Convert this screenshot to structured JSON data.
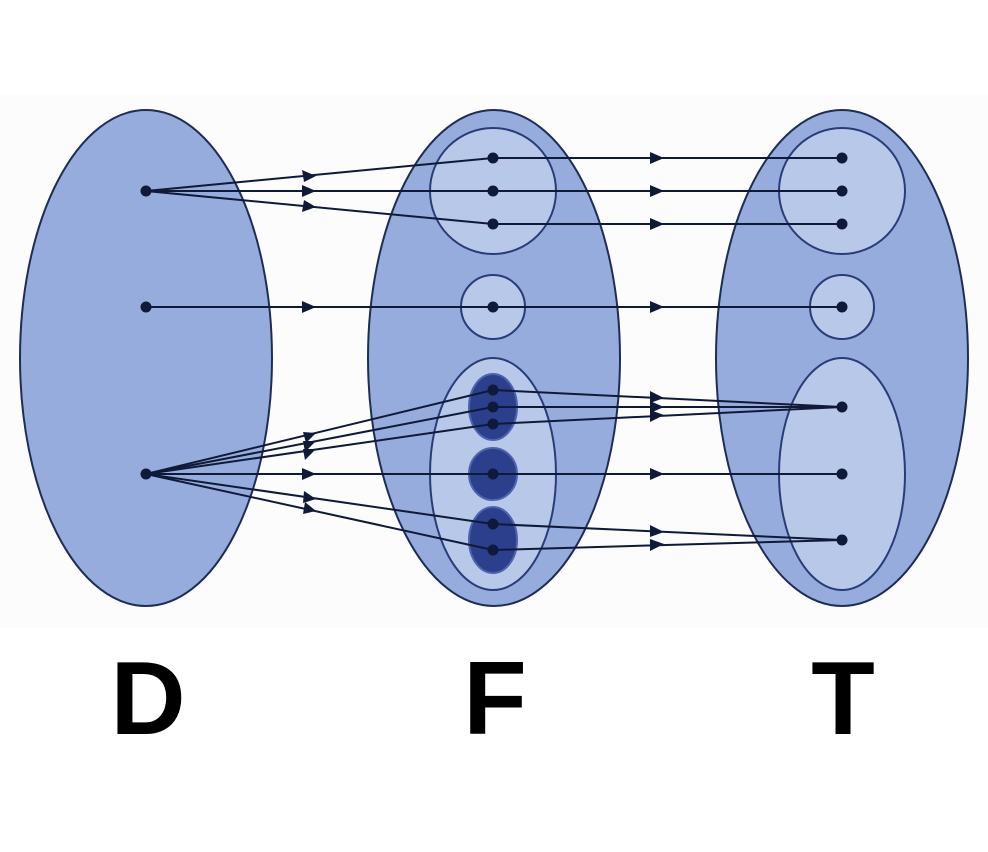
{
  "colors": {
    "panel": "#fcfcfc",
    "outer_fill": "#96acdc",
    "inner_fill": "#b8c8e8",
    "dark_fill": "#2c3f8c",
    "stroke": "#1e2d55",
    "line": "#0f1a38",
    "label": "#000000"
  },
  "sets": [
    {
      "id": "D",
      "label": "D"
    },
    {
      "id": "F",
      "label": "F"
    },
    {
      "id": "T",
      "label": "T"
    }
  ],
  "point_icon": "dot-icon",
  "arrow_icon": "arrowhead-icon"
}
